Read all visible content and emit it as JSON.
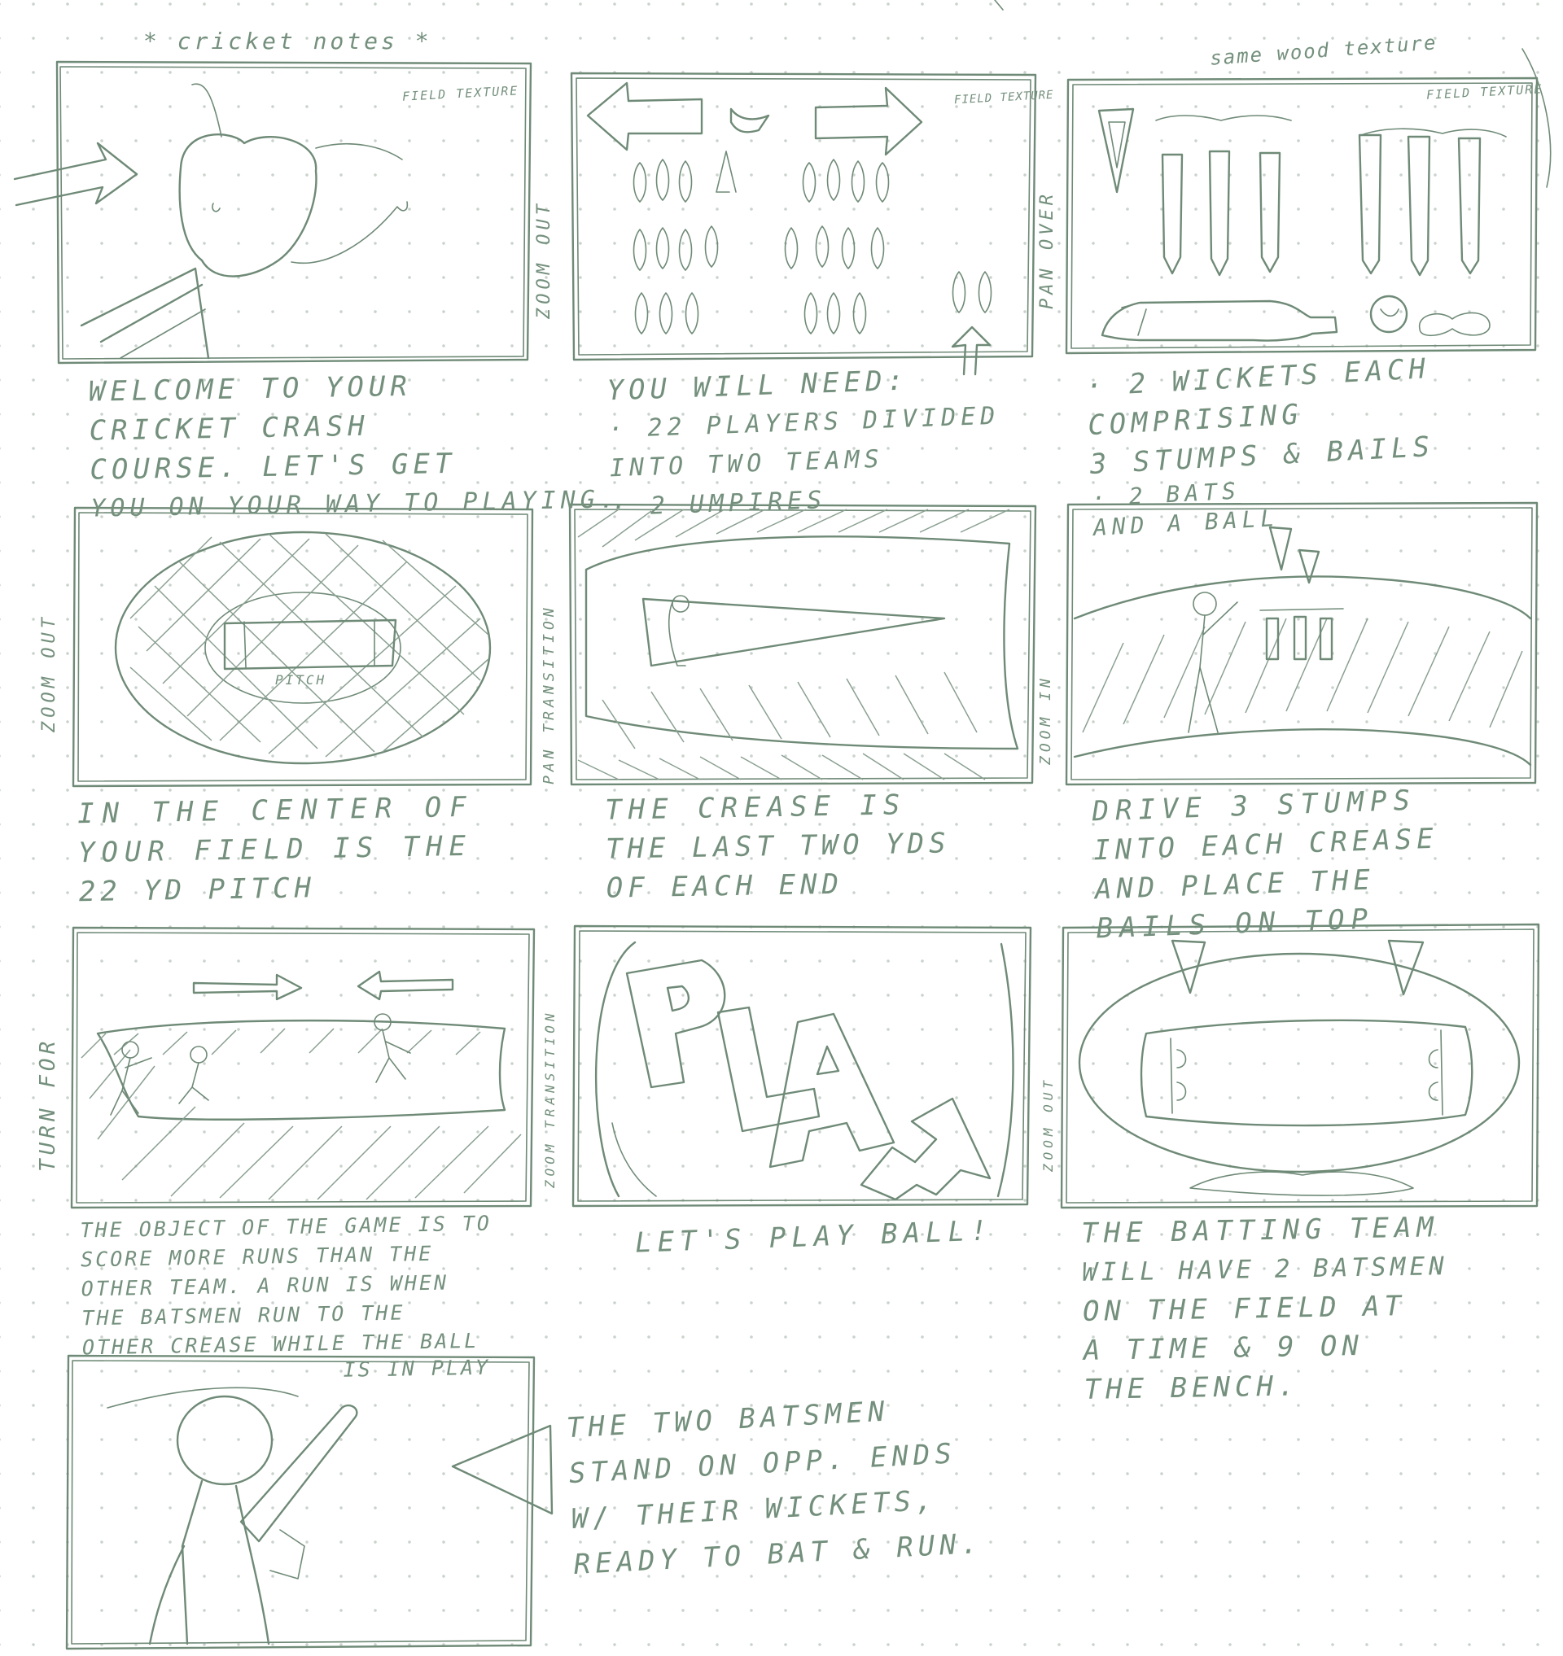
{
  "title": "* cricket notes *",
  "top_right_note": "same wood texture",
  "colors": {
    "ink": "#6f8a77",
    "dots": "#c9d3cc",
    "paper": "#ffffff"
  },
  "panels": [
    {
      "id": 1,
      "tag": "FIELD TEXTURE",
      "side_note": "ZOOM OUT",
      "caption": [
        "WELCOME TO YOUR",
        "CRICKET CRASH",
        "COURSE. LET'S GET",
        "YOU ON YOUR WAY TO PLAYING."
      ],
      "drawing": "cricket-ball-character-icon"
    },
    {
      "id": 2,
      "tag": "FIELD TEXTURE",
      "side_note": "PAN OVER",
      "caption": [
        "YOU WILL NEED:",
        "· 22 PLAYERS DIVIDED",
        "  INTO TWO TEAMS",
        "· 2 UMPIRES"
      ],
      "drawing": "two-teams-players-icon"
    },
    {
      "id": 3,
      "tag": "FIELD TEXTURE",
      "caption": [
        "· 2 WICKETS EACH",
        "COMPRISING",
        "3 STUMPS & BAILS",
        "· 2 BATS",
        " AND A BALL"
      ],
      "drawing": "wickets-stumps-bat-ball-icon"
    },
    {
      "id": 4,
      "side_note": "ZOOM OUT",
      "inner_label": "PITCH",
      "caption": [
        "IN THE CENTER OF",
        "YOUR FIELD IS THE",
        "22 YD PITCH"
      ],
      "drawing": "stadium-field-icon"
    },
    {
      "id": 5,
      "side_note": "PAN TRANSITION",
      "side_note_2": "ZOOM IN",
      "caption": [
        "THE CREASE IS",
        "THE LAST TWO YDS",
        "OF EACH END"
      ],
      "drawing": "pitch-crease-icon"
    },
    {
      "id": 6,
      "caption": [
        "DRIVE 3 STUMPS",
        "INTO EACH CREASE",
        "AND PLACE THE",
        "BAILS ON TOP"
      ],
      "drawing": "driving-stumps-icon"
    },
    {
      "id": 7,
      "side_note": "TURN FOR",
      "caption": [
        "THE OBJECT OF THE GAME IS TO",
        "SCORE MORE RUNS THAN THE",
        "OTHER TEAM. A RUN IS WHEN",
        "THE BATSMEN RUN TO THE",
        "OTHER CREASE WHILE THE BALL",
        "IS IN PLAY"
      ],
      "drawing": "batsmen-running-icon"
    },
    {
      "id": 8,
      "side_note": "ZOOM TRANSITION",
      "caption": [
        "LET'S PLAY BALL!"
      ],
      "drawing": "play-ball-lettering-icon"
    },
    {
      "id": 9,
      "side_note": "ZOOM OUT",
      "caption": [
        "THE BATTING TEAM",
        "WILL HAVE 2 BATSMEN",
        "ON THE FIELD AT",
        "A TIME & 9 ON",
        "THE BENCH."
      ],
      "drawing": "field-overview-bench-icon"
    },
    {
      "id": 10,
      "caption": [
        "THE TWO BATSMEN",
        "STAND ON OPP. ENDS",
        "W/ THEIR WICKETS,",
        "READY TO BAT & RUN."
      ],
      "drawing": "batsman-with-bat-icon"
    }
  ]
}
